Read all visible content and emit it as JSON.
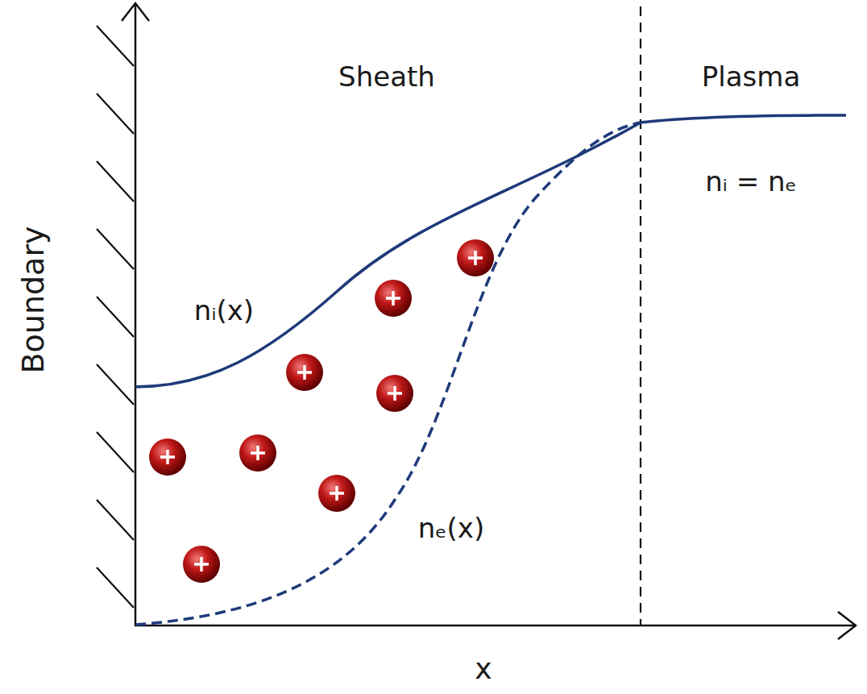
{
  "diagram": {
    "labels": [
      "Boundary",
      "Sheath",
      "Plasma",
      "nᵢ = nₑ",
      "nᵢ(x)",
      "nₑ(x)",
      "x"
    ]
  }
}
